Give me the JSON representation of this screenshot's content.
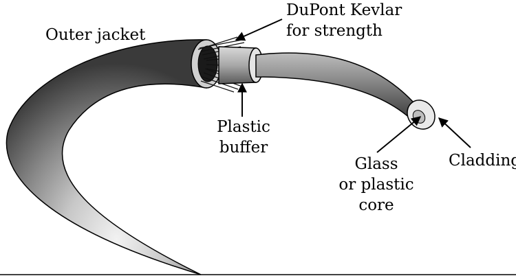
{
  "labels": {
    "outer_jacket": "Outer jacket",
    "kevlar": [
      "DuPont Kevlar",
      "for strength"
    ],
    "buffer": [
      "Plastic",
      "buffer"
    ],
    "core": [
      "Glass",
      "or plastic",
      "core"
    ],
    "cladding": "Cladding"
  },
  "colors": {
    "jacket_dark": "#3a3a3a",
    "jacket_light": "#dcdcdc",
    "fiber_dark": "#2e2e2e",
    "fiber_light": "#9a9a9a",
    "outline": "#000000"
  }
}
